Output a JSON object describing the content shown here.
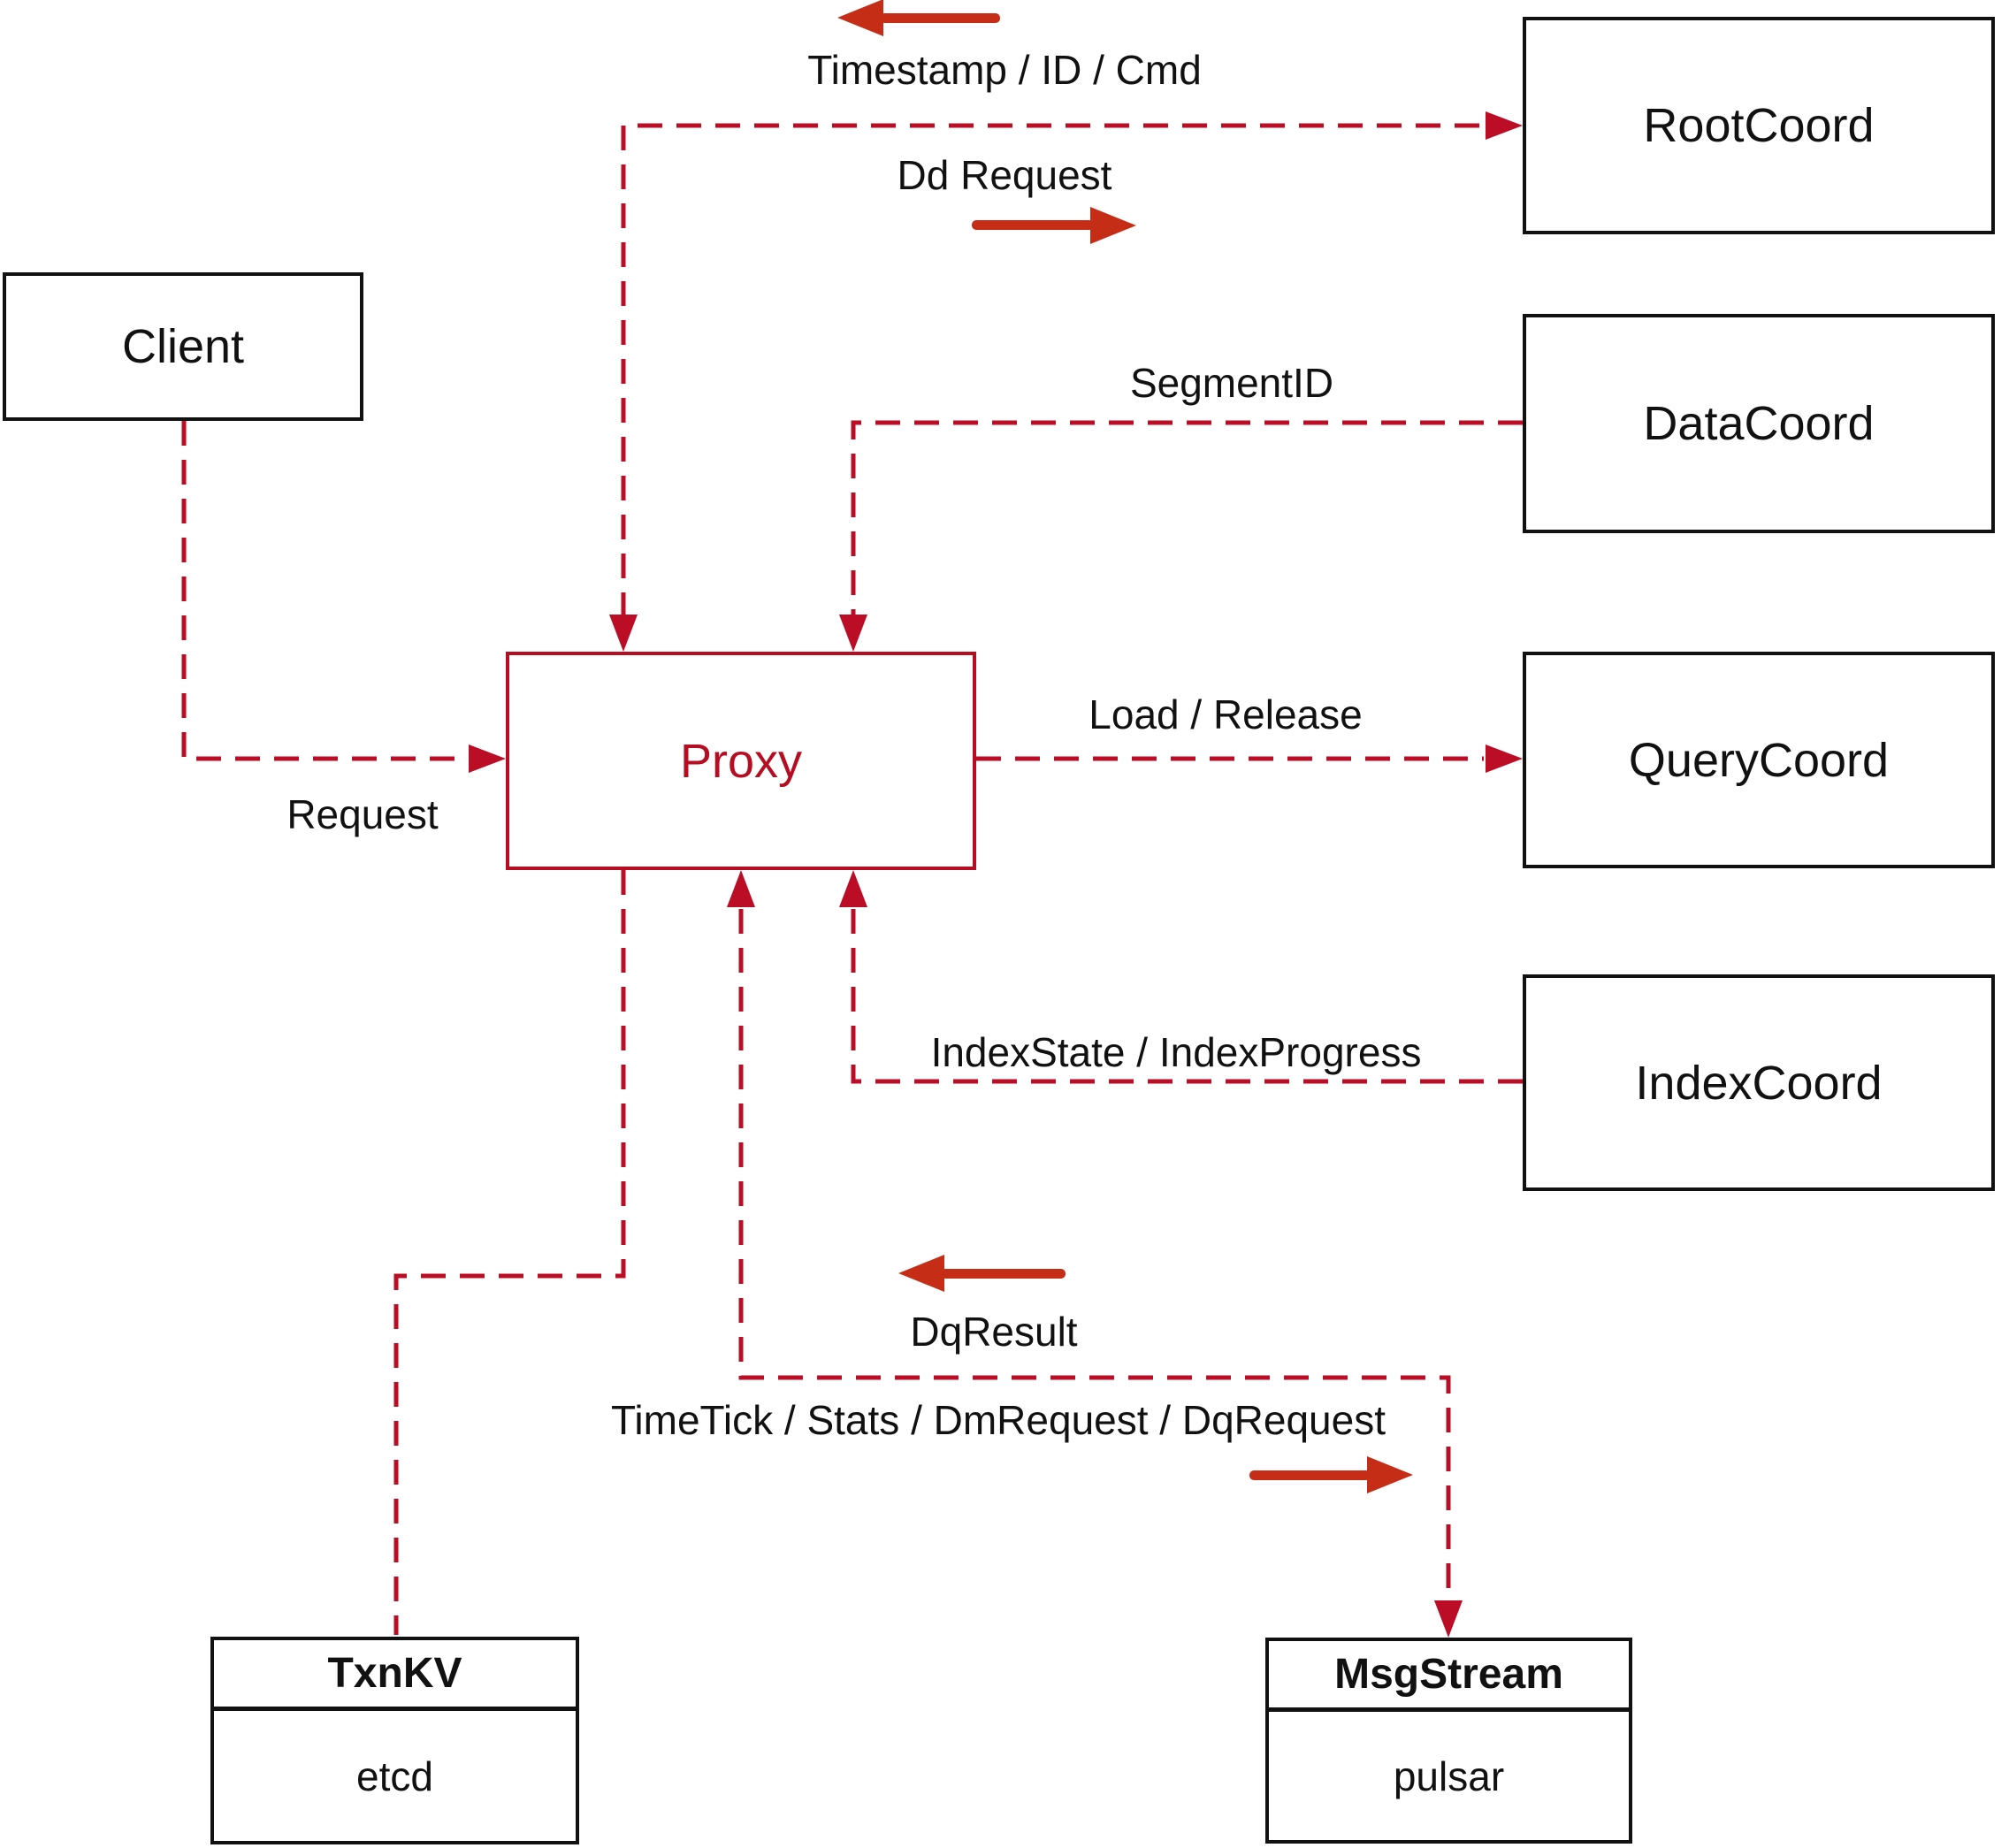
{
  "colors": {
    "connector_red": "#bb0d25",
    "indicator_red": "#c62d17",
    "box_border": "#111111",
    "text_color": "#111111",
    "proxy_red": "#b60d22",
    "background": "#ffffff"
  },
  "nodes": {
    "client": {
      "label": "Client"
    },
    "root_coord": {
      "label": "RootCoord"
    },
    "data_coord": {
      "label": "DataCoord"
    },
    "query_coord": {
      "label": "QueryCoord"
    },
    "index_coord": {
      "label": "IndexCoord"
    },
    "proxy": {
      "label": "Proxy"
    },
    "txn_kv": {
      "title": "TxnKV",
      "impl": "etcd"
    },
    "msg_stream": {
      "title": "MsgStream",
      "impl": "pulsar"
    }
  },
  "edge_labels": {
    "timestamp": "Timestamp / ID / Cmd",
    "dd_request": "Dd Request",
    "segment_id": "SegmentID",
    "request": "Request",
    "load_release": "Load / Release",
    "index_state": "IndexState / IndexProgress",
    "dq_result": "DqResult",
    "timetick": "TimeTick / Stats / DmRequest / DqRequest"
  },
  "indicators": {
    "timestamp_return_arrow": "left",
    "dd_request_send_arrow": "right",
    "dq_result_return_arrow": "left",
    "timetick_send_arrow": "right"
  }
}
